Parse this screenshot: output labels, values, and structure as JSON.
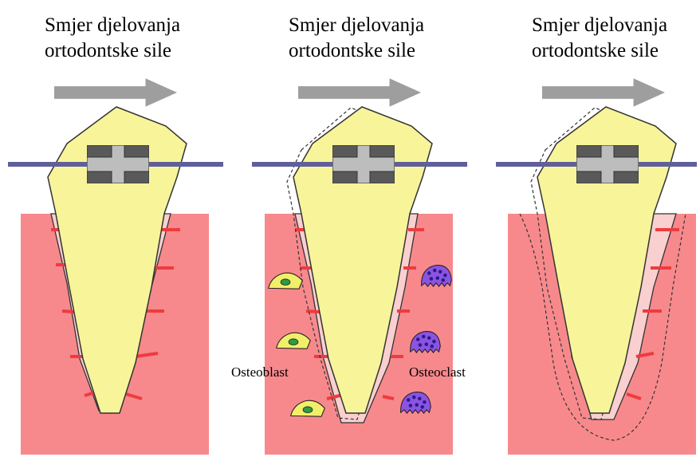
{
  "panels": [
    {
      "caption_line1": "Smjer djelovanja",
      "caption_line2": "ortodontske sile"
    },
    {
      "caption_line1": "Smjer djelovanja",
      "caption_line2": "ortodontske sile"
    },
    {
      "caption_line1": "Smjer djelovanja",
      "caption_line2": "ortodontske sile"
    }
  ],
  "labels": {
    "osteoblast": "Osteoblast",
    "osteoclast": "Osteoclast"
  },
  "colors": {
    "bone": "#F7898C",
    "ligament": "#F9CFCF",
    "ligament_fibers": "#EF3B3E",
    "tooth": "#F7F49A",
    "wire": "#5F5F9B",
    "bracket_dark": "#595959",
    "bracket_light": "#BDBDBD",
    "arrow": "#9E9E9E",
    "osteoblast": "#F1EF6A",
    "osteoblast_nucleus": "#2D9B45",
    "osteoclast": "#8C53E0",
    "osteoclast_nuclei": "#2A1B8E"
  }
}
